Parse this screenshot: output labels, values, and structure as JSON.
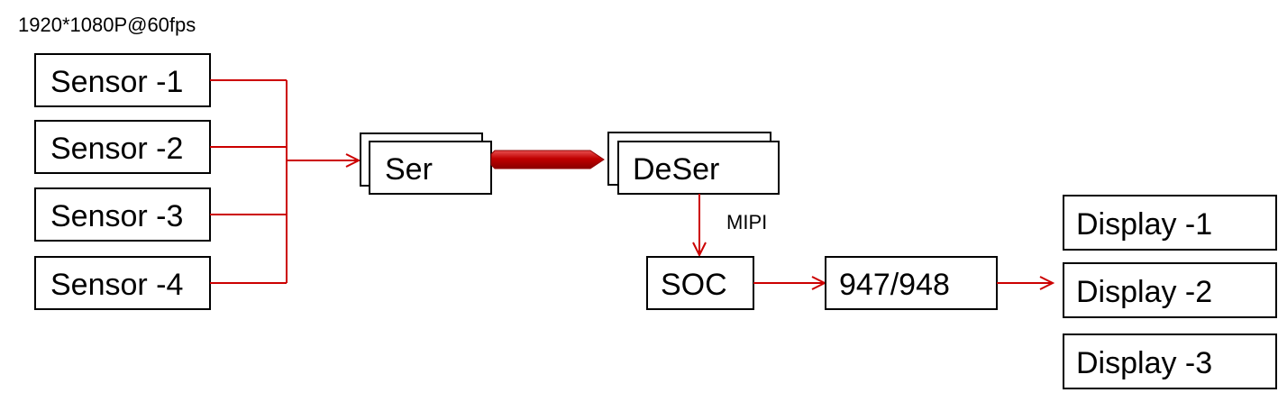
{
  "colors": {
    "connector": "#cc0000",
    "box_border": "#000000",
    "box_fill": "#ffffff"
  },
  "caption": "1920*1080P@60fps",
  "sensors": [
    "Sensor -1",
    "Sensor -2",
    "Sensor -3",
    "Sensor -4"
  ],
  "ser": "Ser",
  "deser": "DeSer",
  "link_label": "MIPI",
  "soc": "SOC",
  "bridge": "947/948",
  "displays": [
    "Display -1",
    "Display -2",
    "Display -3"
  ]
}
